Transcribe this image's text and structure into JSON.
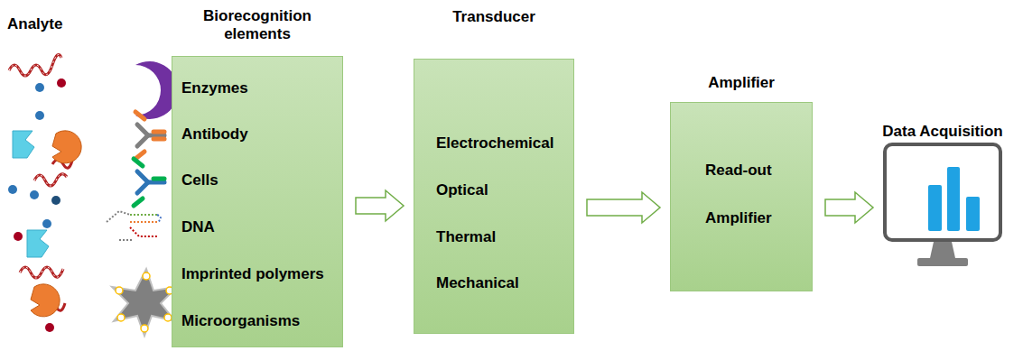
{
  "diagram": {
    "nodes": [
      {
        "text": [
          "Biorecognition elements",
          "Enzymes",
          "Antibody",
          "Cells",
          "DNA",
          "Imprinted polymers",
          "Microorganisms"
        ]
      },
      {
        "text": [
          "Transducer",
          "Electrochemical",
          "Optical",
          "Thermal",
          "Mechanical"
        ]
      },
      {
        "text": [
          "Amplifier",
          "Read-out",
          "Amplifier"
        ]
      },
      {
        "text": [
          "Data Acquisition"
        ]
      }
    ],
    "edges": [
      {
        "from": 0,
        "to": 1,
        "arrow": "to"
      },
      {
        "from": 1,
        "to": 2,
        "arrow": "to"
      },
      {
        "from": 2,
        "to": 3,
        "arrow": "to"
      }
    ],
    "labels": [
      "Analyte"
    ]
  }
}
